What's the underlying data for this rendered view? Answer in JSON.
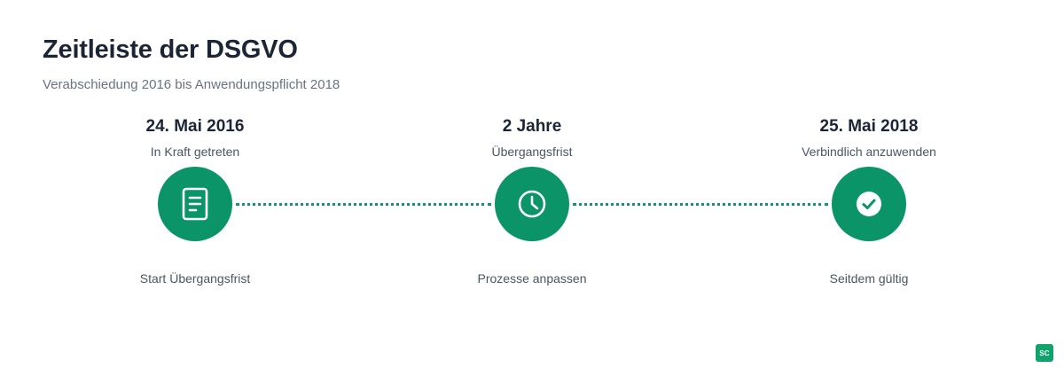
{
  "title": "Zeitleiste der DSGVO",
  "subtitle": "Verabschiedung 2016 bis Anwendungspflicht 2018",
  "colors": {
    "accent": "#0a9467",
    "connector": "#0f9a6c",
    "heading": "#1c2536",
    "text": "#4b5563",
    "badge": "#10a36c"
  },
  "steps": [
    {
      "heading": "24. Mai 2016",
      "sub": "In Kraft getreten",
      "icon": "document-icon",
      "caption": "Start Übergangsfrist"
    },
    {
      "heading": "2 Jahre",
      "sub": "Übergangsfrist",
      "icon": "clock-icon",
      "caption": "Prozesse anpassen"
    },
    {
      "heading": "25. Mai 2018",
      "sub": "Verbindlich anzuwenden",
      "icon": "check-circle-icon",
      "caption": "Seitdem gültig"
    }
  ],
  "badge": {
    "label": "SC"
  }
}
